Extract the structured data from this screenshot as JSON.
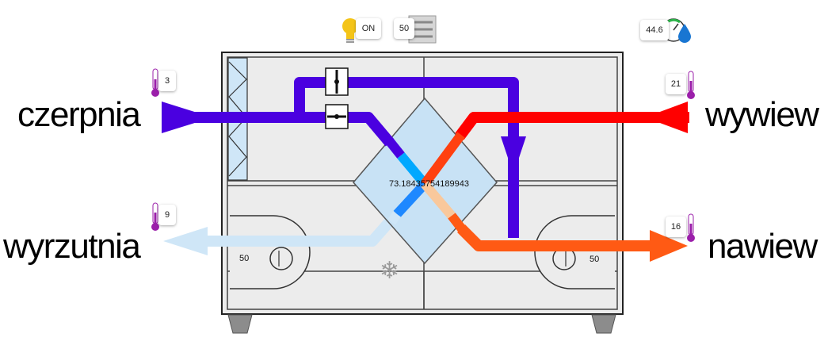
{
  "labels": {
    "intake": "czerpnia",
    "exhaust": "wyrzutnia",
    "extract": "wywiew",
    "supply": "nawiew"
  },
  "temperatures": {
    "intake": "3",
    "exhaust": "9",
    "extract": "21",
    "supply": "16"
  },
  "top_status": {
    "light_state": "ON",
    "damper_value": "50",
    "humidity_value": "44.6"
  },
  "fans": {
    "exhaust_fan_value": "50",
    "supply_fan_value": "50"
  },
  "exchanger": {
    "efficiency": "73.18435754189943"
  },
  "icons": [
    "lightbulb-icon",
    "damper-icon",
    "humidity-gauge-icon",
    "thermometer-icon",
    "snowflake-icon",
    "fan-icon",
    "bypass-damper-icon"
  ],
  "colors": {
    "intake_air": "#4a00e0",
    "extract_air": "#ff0000",
    "supply_air": "#ff5a14",
    "exhaust_air": "#cfe6f7",
    "exchanger_fill": "#c8e2f5",
    "thermometer": "#9b1faa"
  }
}
